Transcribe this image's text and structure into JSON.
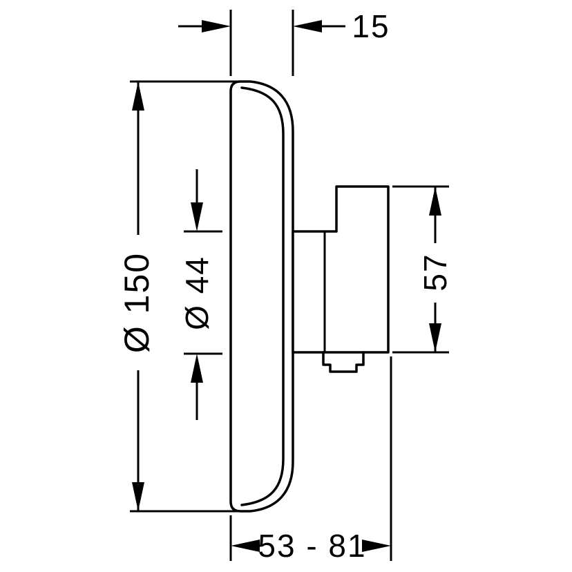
{
  "page": {
    "background_color": "#ffffff",
    "line_color": "#000000"
  },
  "drawing": {
    "type": "technical-dimension-drawing",
    "subject": "concealed-thermostat-mixer-side-view",
    "dimensions": {
      "plate_depth": {
        "label": "15"
      },
      "plate_diameter": {
        "label": "Ø 150"
      },
      "cartridge_diameter": {
        "label": "Ø 44"
      },
      "function_block_height": {
        "label": "57"
      },
      "installation_depth_range": {
        "label": "53 - 81"
      }
    }
  }
}
